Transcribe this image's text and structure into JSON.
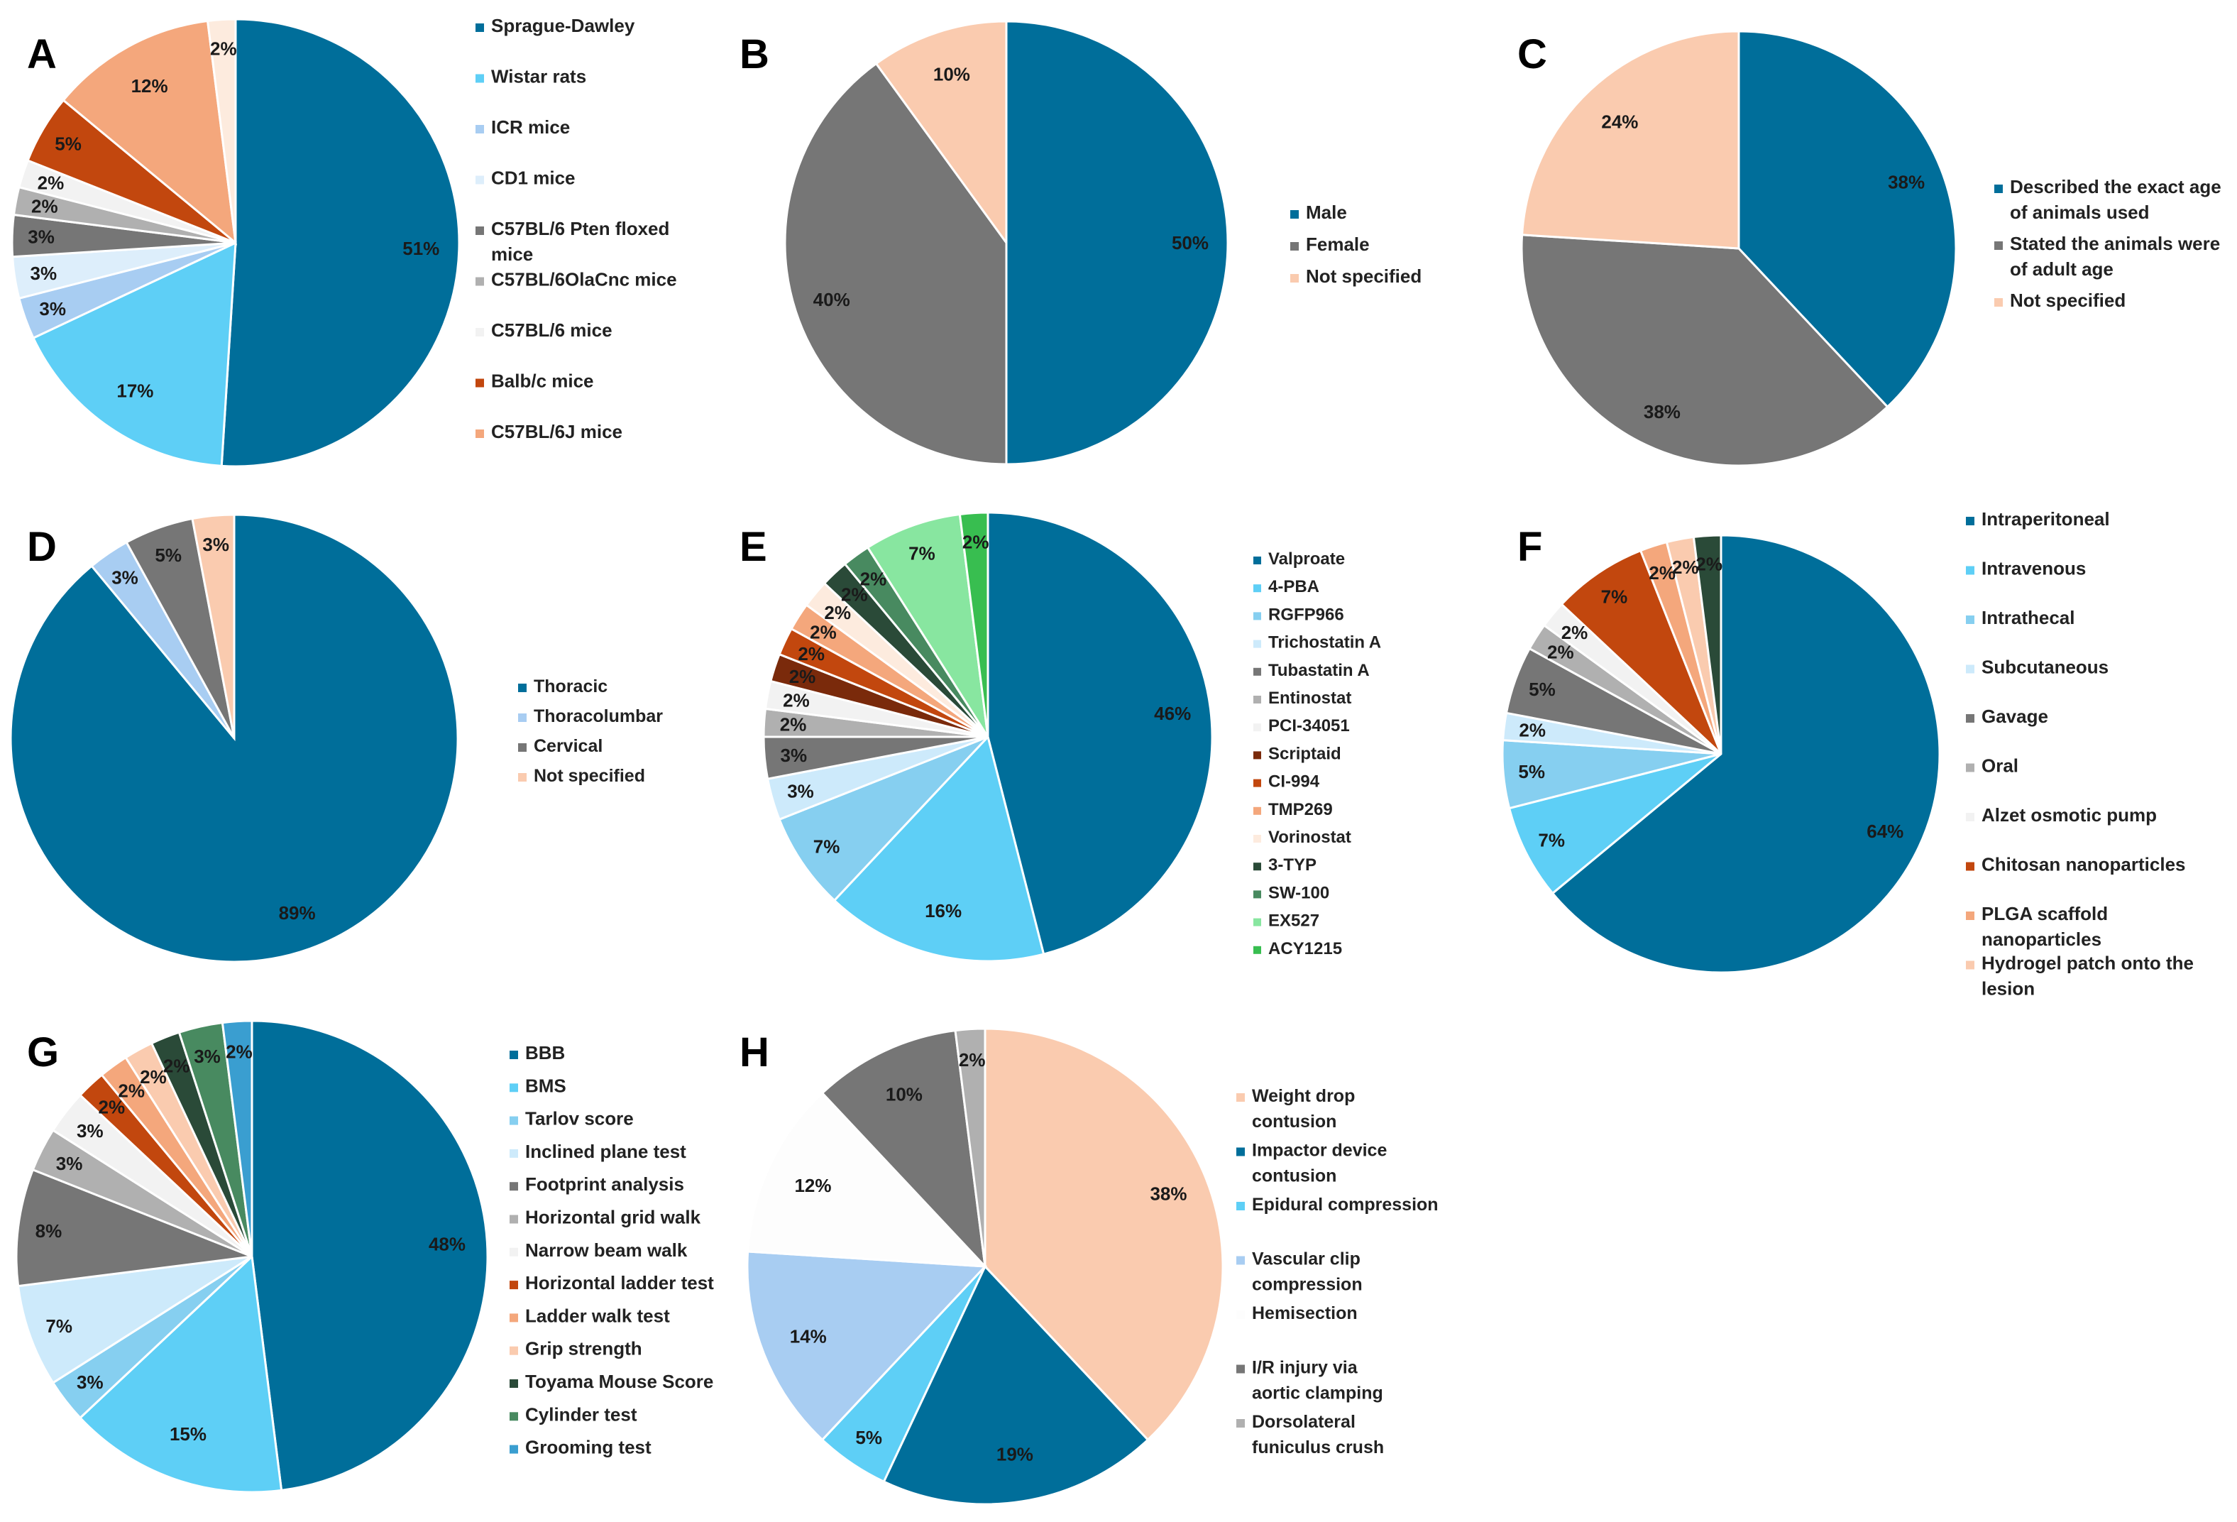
{
  "colors": {
    "teal": "#006E9A",
    "sky": "#5ECFF6",
    "lightblue": "#A8CDF2",
    "paleblue": "#DDEEFB",
    "gray": "#767676",
    "silver": "#B0B0B0",
    "offwhite": "#F2F2F2",
    "rust": "#C2470E",
    "salmon": "#F4A77C",
    "peach": "#FACBAF",
    "cream": "#FDEBDE",
    "brown": "#7A2A0B",
    "darkgreen": "#2A4A38",
    "green": "#488A60",
    "mint": "#88E6A0",
    "brightgreen": "#38BE50",
    "steelblue": "#3A9ED0"
  },
  "chart_data": [
    {
      "panel": "A",
      "type": "pie",
      "categories": [
        "Sprague-Dawley",
        "Wistar rats",
        "ICR mice",
        "CD1 mice",
        "C57BL/6 Pten floxed mice",
        "C57BL/6OlaCnc mice",
        "C57BL/6 mice",
        "Balb/c mice",
        "C57BL/6J mice",
        ""
      ],
      "values": [
        51,
        17,
        3,
        3,
        3,
        2,
        2,
        5,
        12,
        2
      ],
      "labels": [
        "51%",
        "17%",
        "3%",
        "3%",
        "3%",
        "2%",
        "2%",
        "5%",
        "12%",
        "2%"
      ],
      "slice_colors": [
        "#006E9A",
        "#5ECFF6",
        "#A8CDF2",
        "#DDEEFB",
        "#767676",
        "#B0B0B0",
        "#F2F2F2",
        "#C2470E",
        "#F4A77C",
        "#FDEBDE"
      ],
      "legend": [
        "Sprague-Dawley",
        "Wistar rats",
        "ICR mice",
        "CD1 mice",
        "C57BL/6 Pten floxed mice",
        "C57BL/6OlaCnc mice",
        "C57BL/6 mice",
        "Balb/c mice",
        "C57BL/6J mice"
      ],
      "legend_position": "right"
    },
    {
      "panel": "B",
      "type": "pie",
      "categories": [
        "Male",
        "Female",
        "Not specified"
      ],
      "values": [
        50,
        40,
        10
      ],
      "labels": [
        "50%",
        "40%",
        "10%"
      ],
      "slice_colors": [
        "#006E9A",
        "#767676",
        "#FACBAF"
      ],
      "legend": [
        "Male",
        "Female",
        "Not specified"
      ],
      "legend_position": "right"
    },
    {
      "panel": "C",
      "type": "pie",
      "categories": [
        "Described the exact age of animals used",
        "Stated the animals were of adult age",
        "Not specified"
      ],
      "values": [
        38,
        38,
        24
      ],
      "labels": [
        "38%",
        "38%",
        "24%"
      ],
      "slice_colors": [
        "#006E9A",
        "#767676",
        "#FACBAF"
      ],
      "legend": [
        "Described the exact age of animals used",
        "Stated the animals were of adult age",
        "Not specified"
      ],
      "legend_position": "right"
    },
    {
      "panel": "D",
      "type": "pie",
      "categories": [
        "Thoracic",
        "Thoracolumbar",
        "Cervical",
        "Not specified"
      ],
      "values": [
        89,
        3,
        5,
        3
      ],
      "labels": [
        "89%",
        "3%",
        "5%",
        "3%"
      ],
      "slice_colors": [
        "#006E9A",
        "#A8CDF2",
        "#767676",
        "#FACBAF"
      ],
      "legend": [
        "Thoracic",
        "Thoracolumbar",
        "Cervical",
        "Not specified"
      ],
      "legend_position": "right"
    },
    {
      "panel": "E",
      "type": "pie",
      "categories": [
        "Valproate",
        "4-PBA",
        "RGFP966",
        "Trichostatin A",
        "Tubastatin A",
        "Entinostat",
        "PCI-34051",
        "Scriptaid",
        "CI-994",
        "TMP269",
        "Vorinostat",
        "3-TYP",
        "SW-100",
        "EX527",
        "ACY1215"
      ],
      "values": [
        46,
        16,
        7,
        3,
        3,
        2,
        2,
        2,
        2,
        2,
        2,
        2,
        2,
        7,
        2
      ],
      "labels": [
        "46%",
        "16%",
        "7%",
        "3%",
        "3%",
        "2%",
        "2%",
        "2%",
        "2%",
        "2%",
        "2%",
        "2%",
        "2%",
        "7%",
        "2%"
      ],
      "slice_colors": [
        "#006E9A",
        "#5ECFF6",
        "#86CFF0",
        "#CDEAFB",
        "#767676",
        "#B0B0B0",
        "#F2F2F2",
        "#7A2A0B",
        "#C2470E",
        "#F4A77C",
        "#FDEBDE",
        "#2A4A38",
        "#488A60",
        "#88E6A0",
        "#38BE50"
      ],
      "legend": [
        "Valproate",
        "4-PBA",
        "RGFP966",
        "Trichostatin A",
        "Tubastatin A",
        "Entinostat",
        "PCI-34051",
        "Scriptaid",
        "CI-994",
        "TMP269",
        "Vorinostat",
        "3-TYP",
        "SW-100",
        "EX527",
        "ACY1215"
      ],
      "legend_position": "right"
    },
    {
      "panel": "F",
      "type": "pie",
      "categories": [
        "Intraperitoneal",
        "Intravenous",
        "Intrathecal",
        "Subcutaneous",
        "Gavage",
        "Oral",
        "Alzet osmotic pump",
        "Chitosan nanoparticles",
        "PLGA scaffold nanoparticles",
        "Hydrogel patch onto the lesion",
        ""
      ],
      "values": [
        64,
        7,
        5,
        2,
        5,
        2,
        2,
        7,
        2,
        2,
        2
      ],
      "labels": [
        "64%",
        "7%",
        "5%",
        "2%",
        "5%",
        "2%",
        "2%",
        "7%",
        "2%",
        "2%",
        "2%"
      ],
      "slice_colors": [
        "#006E9A",
        "#5ECFF6",
        "#86CFF0",
        "#CDEAFB",
        "#767676",
        "#B0B0B0",
        "#F2F2F2",
        "#C2470E",
        "#F4A77C",
        "#FACBAF",
        "#2A4A38"
      ],
      "legend": [
        "Intraperitoneal",
        "Intravenous",
        "Intrathecal",
        "Subcutaneous",
        "Gavage",
        "Oral",
        "Alzet osmotic pump",
        "Chitosan nanoparticles",
        "PLGA scaffold nanoparticles",
        "Hydrogel patch onto the lesion"
      ],
      "legend_position": "right"
    },
    {
      "panel": "G",
      "type": "pie",
      "categories": [
        "BBB",
        "BMS",
        "Tarlov score",
        "Inclined plane test",
        "Footprint analysis",
        "Horizontal grid walk",
        "Narrow beam walk",
        "Horizontal ladder test",
        "Ladder walk test",
        "Grip strength",
        "Toyama Mouse Score",
        "Cylinder test",
        "Grooming test"
      ],
      "values": [
        48,
        15,
        3,
        7,
        8,
        3,
        3,
        2,
        2,
        2,
        2,
        3,
        2
      ],
      "labels": [
        "48%",
        "15%",
        "3%",
        "7%",
        "8%",
        "3%",
        "3%",
        "2%",
        "2%",
        "2%",
        "2%",
        "3%",
        "2%"
      ],
      "slice_colors": [
        "#006E9A",
        "#5ECFF6",
        "#86CFF0",
        "#CDEAFB",
        "#767676",
        "#B0B0B0",
        "#F2F2F2",
        "#C2470E",
        "#F4A77C",
        "#FACBAF",
        "#2A4A38",
        "#488A60",
        "#3A9ED0"
      ],
      "legend": [
        "BBB",
        "BMS",
        "Tarlov score",
        "Inclined plane test",
        "Footprint analysis",
        "Horizontal grid walk",
        "Narrow beam walk",
        "Horizontal ladder test",
        "Ladder walk test",
        "Grip strength",
        "Toyama Mouse Score",
        "Cylinder test",
        "Grooming test"
      ],
      "legend_position": "right"
    },
    {
      "panel": "H",
      "type": "pie",
      "categories": [
        "Weight drop contusion",
        "Impactor device contusion",
        "Epidural compression",
        "Vascular clip compression",
        "Hemisection",
        "I/R injury via aortic clamping",
        "Dorsolateral funiculus crush"
      ],
      "values": [
        38,
        19,
        5,
        14,
        12,
        10,
        2
      ],
      "labels": [
        "38%",
        "19%",
        "5%",
        "14%",
        "12%",
        "10%",
        "2%"
      ],
      "slice_colors": [
        "#FACBAF",
        "#006E9A",
        "#5ECFF6",
        "#A8CDF2",
        "#FDFDFD",
        "#767676",
        "#B0B0B0"
      ],
      "legend": [
        "Weight drop contusion",
        "Impactor device contusion",
        "Epidural compression",
        "Vascular clip compression",
        "Hemisection",
        "I/R injury via aortic clamping",
        "Dorsolateral funiculus crush"
      ],
      "legend_position": "right"
    }
  ]
}
